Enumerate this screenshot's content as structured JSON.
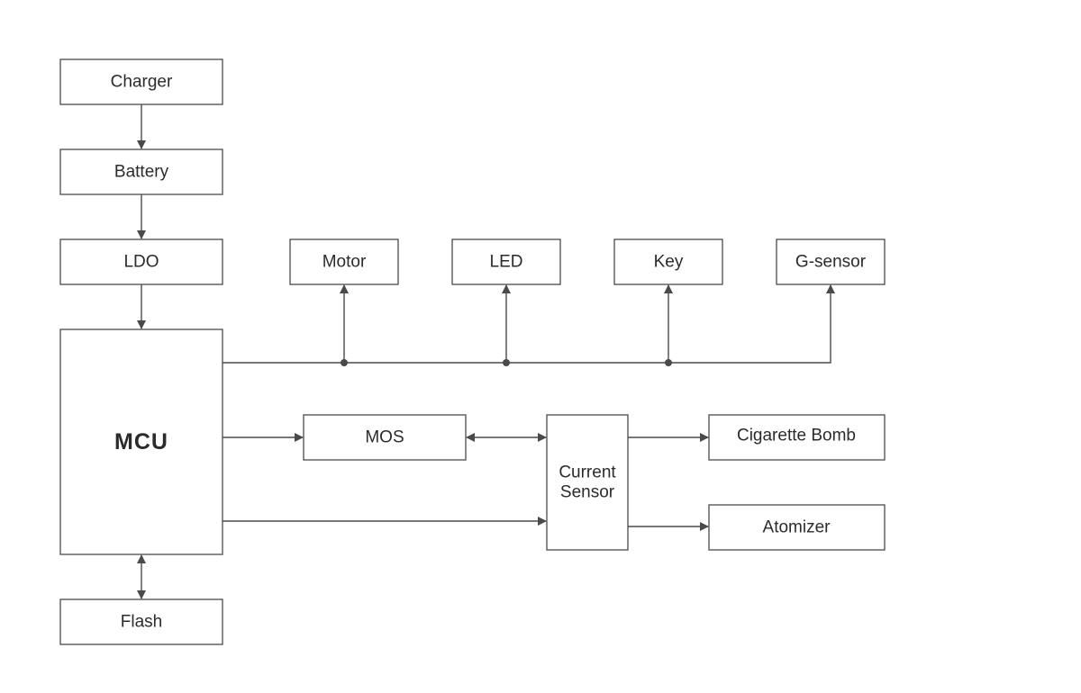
{
  "diagram": {
    "nodes": {
      "charger": "Charger",
      "battery": "Battery",
      "ldo": "LDO",
      "mcu": "MCU",
      "flash": "Flash",
      "motor": "Motor",
      "led": "LED",
      "key": "Key",
      "gsensor": "G-sensor",
      "mos": "MOS",
      "current_sensor_line1": "Current",
      "current_sensor_line2": "Sensor",
      "cigarette_bomb": "Cigarette Bomb",
      "atomizer": "Atomizer"
    },
    "edges": [
      {
        "from": "charger",
        "to": "battery",
        "direction": "forward"
      },
      {
        "from": "battery",
        "to": "ldo",
        "direction": "forward"
      },
      {
        "from": "ldo",
        "to": "mcu",
        "direction": "forward"
      },
      {
        "from": "mcu",
        "to": "flash",
        "direction": "both"
      },
      {
        "from": "mcu",
        "to": "motor",
        "direction": "forward"
      },
      {
        "from": "mcu",
        "to": "led",
        "direction": "forward"
      },
      {
        "from": "mcu",
        "to": "key",
        "direction": "forward"
      },
      {
        "from": "mcu",
        "to": "gsensor",
        "direction": "forward"
      },
      {
        "from": "mcu",
        "to": "mos",
        "direction": "forward"
      },
      {
        "from": "mos",
        "to": "current_sensor",
        "direction": "both"
      },
      {
        "from": "mcu",
        "to": "current_sensor",
        "direction": "forward"
      },
      {
        "from": "current_sensor",
        "to": "cigarette_bomb",
        "direction": "forward"
      },
      {
        "from": "current_sensor",
        "to": "atomizer",
        "direction": "forward"
      }
    ],
    "colors": {
      "line": "#4a4a4a",
      "text": "#2b2b2b",
      "background": "#ffffff"
    }
  }
}
